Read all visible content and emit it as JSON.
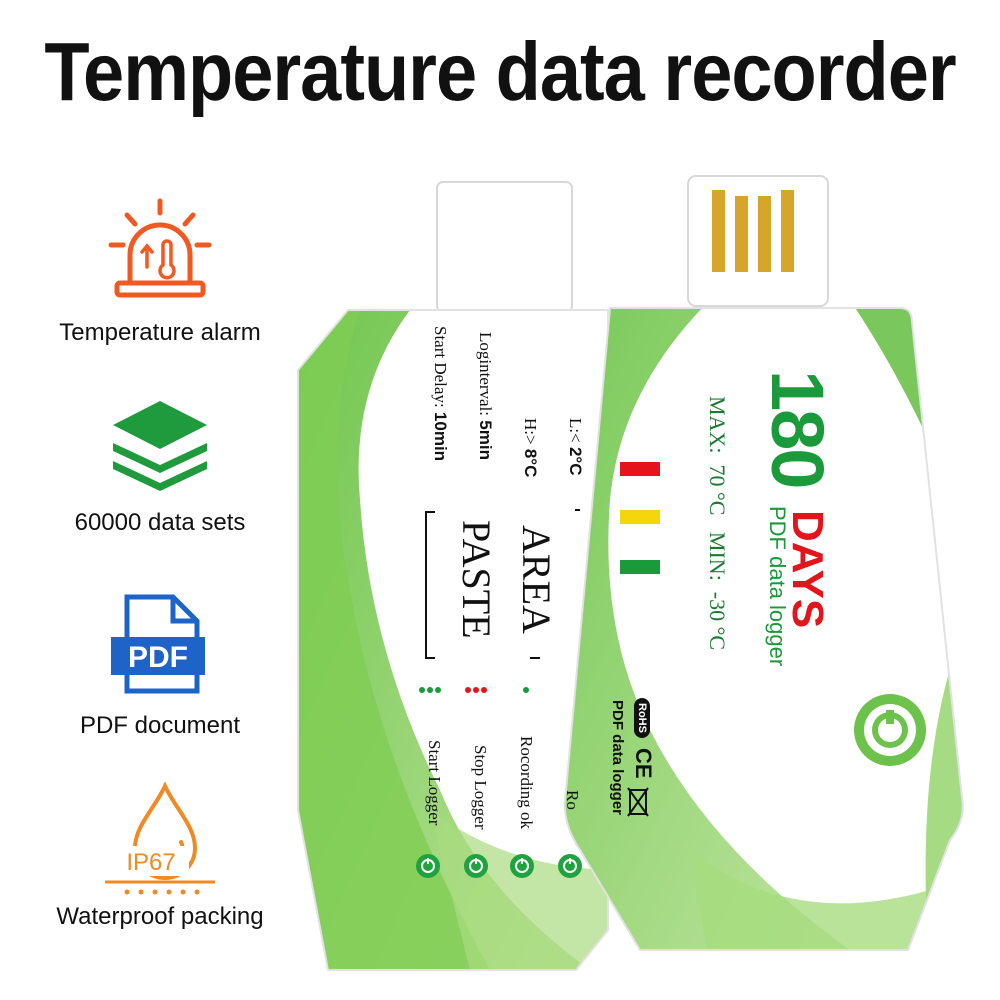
{
  "title": "Temperature data recorder",
  "features": [
    {
      "label": "Temperature alarm",
      "icon": "temperature-alarm-icon",
      "color": "#f05a22"
    },
    {
      "label": "60000 data sets",
      "icon": "layers-icon",
      "color": "#1f9a3c"
    },
    {
      "label": "PDF document",
      "icon": "pdf-document-icon",
      "color": "#1e63c8",
      "icon_text": "PDF"
    },
    {
      "label": "Waterproof packing",
      "icon": "waterproof-drop-icon",
      "color": "#f08a24",
      "icon_text": "IP67"
    }
  ],
  "back_device": {
    "start_delay_label": "Start Delay:",
    "start_delay_value": "10min",
    "log_interval_label": "Loginterval:",
    "log_interval_value": "5min",
    "high_label": "H:>",
    "high_value": "8°C",
    "low_label": "L:<",
    "low_value": "2°C",
    "paste_text": "PASTE",
    "area_text": "AREA",
    "legend": [
      "Start Logger",
      "Stop Logger",
      "Rocording ok",
      "Ro"
    ]
  },
  "front_device": {
    "days_number": "180",
    "days_word": "DAYS",
    "subtitle": "PDF data logger",
    "range_text": "MAX:  70 °C   MIN:  -30 °C",
    "brand_text": "PDF data logger",
    "rohs": "RoHS",
    "ce": "CE",
    "led_colors": [
      "#e3141b",
      "#f3d60c",
      "#1a9a3a"
    ],
    "accent": "#6cc24a"
  }
}
